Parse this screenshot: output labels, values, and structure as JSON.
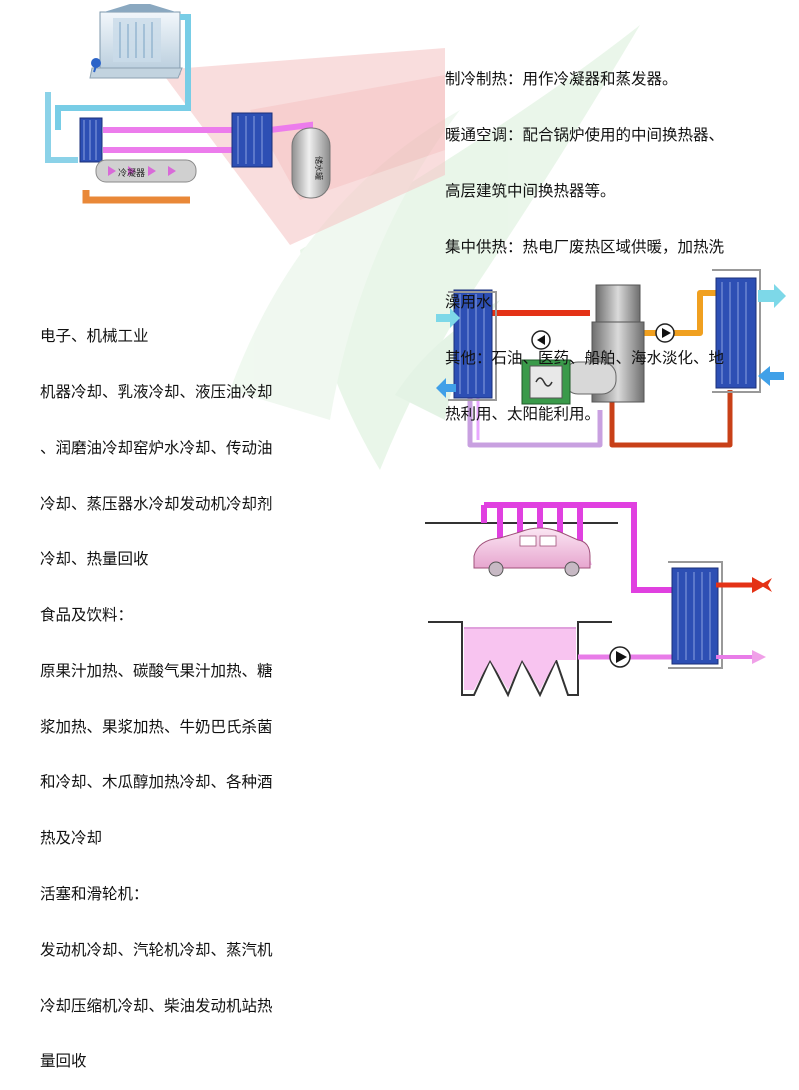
{
  "top_text": [
    "制冷制热：用作冷凝器和蒸发器。",
    "暖通空调：配合锅炉使用的中间换热器、",
    "高层建筑中间换热器等。",
    "集中供热：热电厂废热区域供暖，加热洗",
    "澡用水",
    "其他：石油、医药、船舶、海水淡化、地",
    "热利用、太阳能利用。"
  ],
  "left_text": [
    "电子、机械工业",
    "机器冷却、乳液冷却、液压油冷却",
    "、润磨油冷却窑炉水冷却、传动油",
    "冷却、蒸压器水冷却发动机冷却剂",
    "冷却、热量回收",
    "食品及饮料：",
    "原果汁加热、碳酸气果汁加热、糖",
    "浆加热、果浆加热、牛奶巴氏杀菌",
    "和冷却、木瓜醇加热冷却、各种酒",
    "热及冷却",
    "活塞和滑轮机：",
    "发动机冷却、汽轮机冷却、蒸汽机",
    "冷却压缩机冷却、柴油发动机站热",
    "量回收"
  ],
  "diagram_labels": {
    "condenser": "冷凝器",
    "tank": "储水罐"
  },
  "colors": {
    "watermark_red": "#f4c4c4",
    "watermark_green": "#d2ecd2",
    "plate_blue": "#2d4fb4",
    "pipe_pink": "#e070e0",
    "pipe_red": "#e02020",
    "pipe_orange": "#f0a020",
    "pipe_cyan": "#50c8e0"
  }
}
